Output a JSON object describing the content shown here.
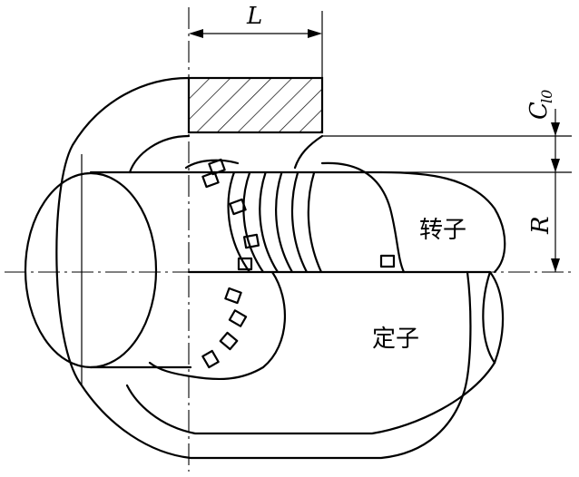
{
  "labels": {
    "length": "L",
    "clearance_main": "C",
    "clearance_sub": "l0",
    "radius": "R",
    "rotor": "转子",
    "stator": "定子"
  },
  "colors": {
    "line": "#000000",
    "background": "#ffffff"
  }
}
